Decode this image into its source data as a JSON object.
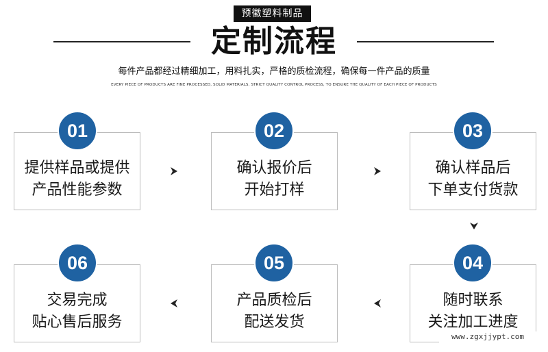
{
  "header": {
    "badge": "预徽塑料制品",
    "title": "定制流程",
    "subtitle": "每件产品都经过精细加工，用料扎实，严格的质检流程，确保每一件产品的质量",
    "subtitle_en": "EVERY PIECE OF PRODUCTS ARE FINE PROCESSED, SOLID MATERIALS, STRICT QUALITY CONTROL PROCESS, TO ENSURE THE QUALITY OF EACH PIECE OF PRODUCTS"
  },
  "steps": [
    {
      "number": "01",
      "line1": "提供样品或提供",
      "line2": "产品性能参数"
    },
    {
      "number": "02",
      "line1": "确认报价后",
      "line2": "开始打样"
    },
    {
      "number": "03",
      "line1": "确认样品后",
      "line2": "下单支付货款"
    },
    {
      "number": "04",
      "line1": "随时联系",
      "line2": "关注加工进度"
    },
    {
      "number": "05",
      "line1": "产品质检后",
      "line2": "配送发货"
    },
    {
      "number": "06",
      "line1": "交易完成",
      "line2": "贴心售后服务"
    }
  ],
  "arrows": [
    "chevron-right-icon",
    "chevron-right-icon",
    "chevron-down-icon",
    "chevron-left-icon",
    "chevron-left-icon"
  ],
  "colors": {
    "accent": "#1f62a2",
    "badge_bg": "#111111",
    "border": "#bcbcbc"
  },
  "watermark": "www.zgxjjypt.com"
}
